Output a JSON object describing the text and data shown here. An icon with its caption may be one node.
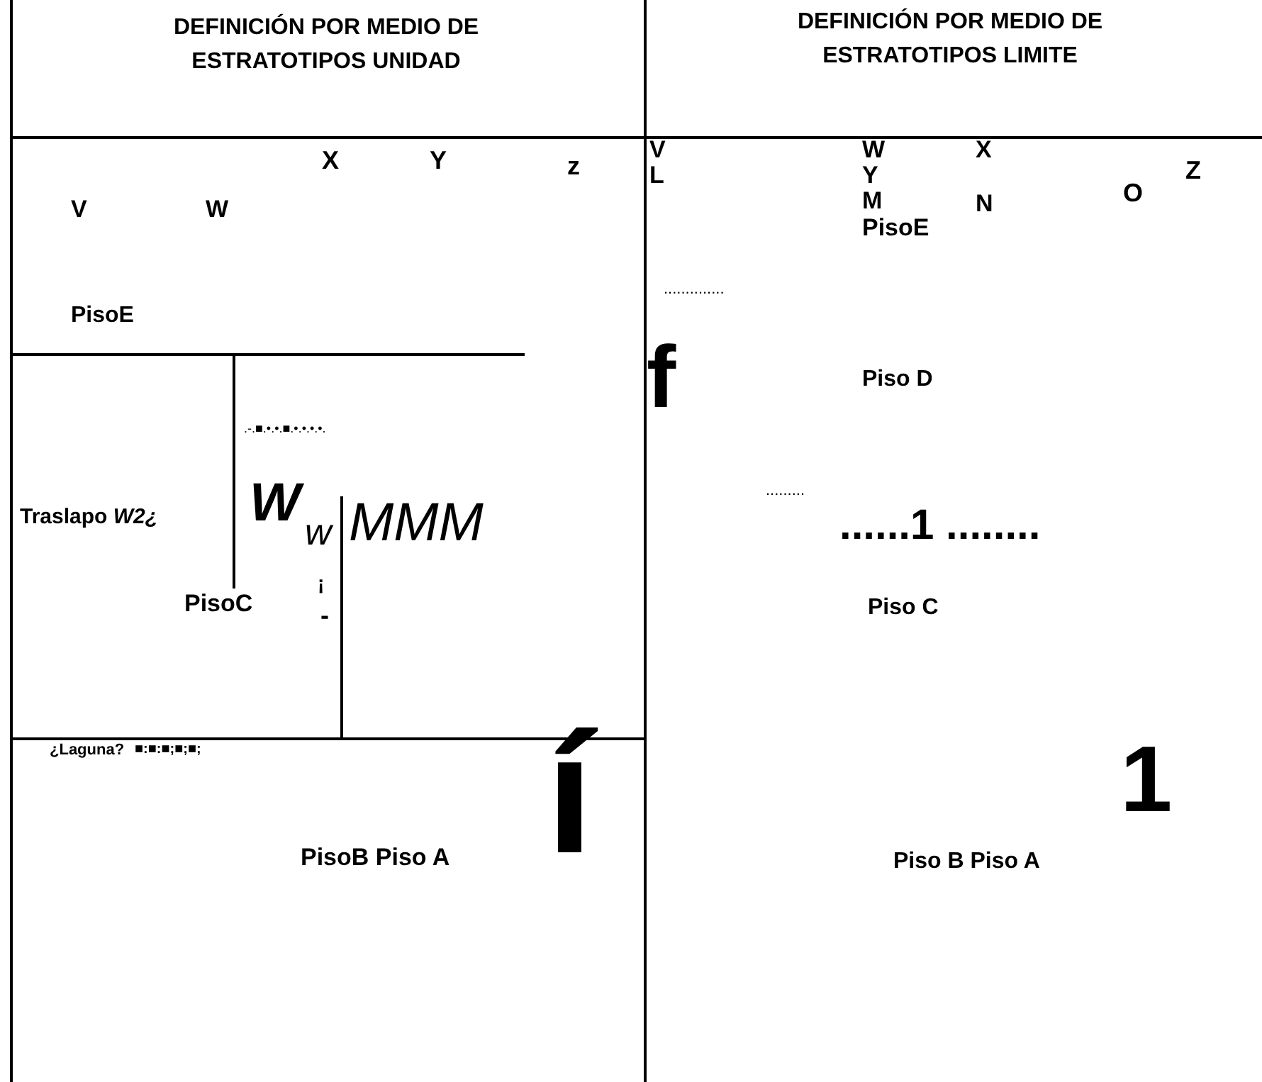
{
  "diagram": {
    "labels": [
      "DEFINICIÓN POR MEDIO DE ESTRATOTIPOS UNIDAD",
      "DEFINICIÓN POR MEDIO DE ESTRATOTIPOS LIMITE",
      "X",
      "Y",
      "z",
      "V",
      "W",
      "PisoE",
      ".-.■.•.•.■.•.•.•.•.",
      "Traslapo *W2¿*",
      "W",
      "w",
      "MMM",
      "¡",
      "-",
      "PisoC",
      "¿Laguna?",
      "■:■:■;■;■;",
      "í",
      "PisoB Piso A",
      "V",
      "W",
      "X",
      "L",
      "Y",
      "Z",
      "M",
      "N",
      "O",
      "PisoE",
      "..............",
      "f",
      "Piso D",
      ".........",
      "......1 ........",
      "Piso C",
      "1",
      "Piso B Piso A"
    ]
  }
}
